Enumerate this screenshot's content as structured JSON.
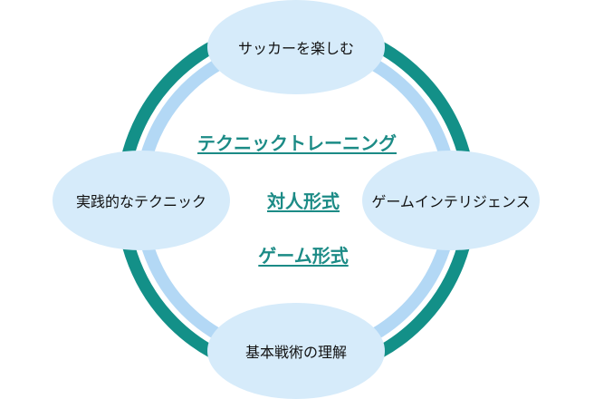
{
  "diagram": {
    "nodes": {
      "top": "サッカーを楽しむ",
      "left": "実践的なテクニック",
      "right": "ゲームインテリジェンス",
      "bottom": "基本戦術の理解"
    },
    "methods": [
      "テクニックトレーニング",
      "対人形式",
      "ゲーム形式"
    ],
    "colors": {
      "outer_ring": "#139088",
      "inner_ring": "#b3d8f5",
      "node_fill": "#d6ebfa",
      "method_text": "#1c8b86",
      "node_text": "#111111"
    }
  }
}
